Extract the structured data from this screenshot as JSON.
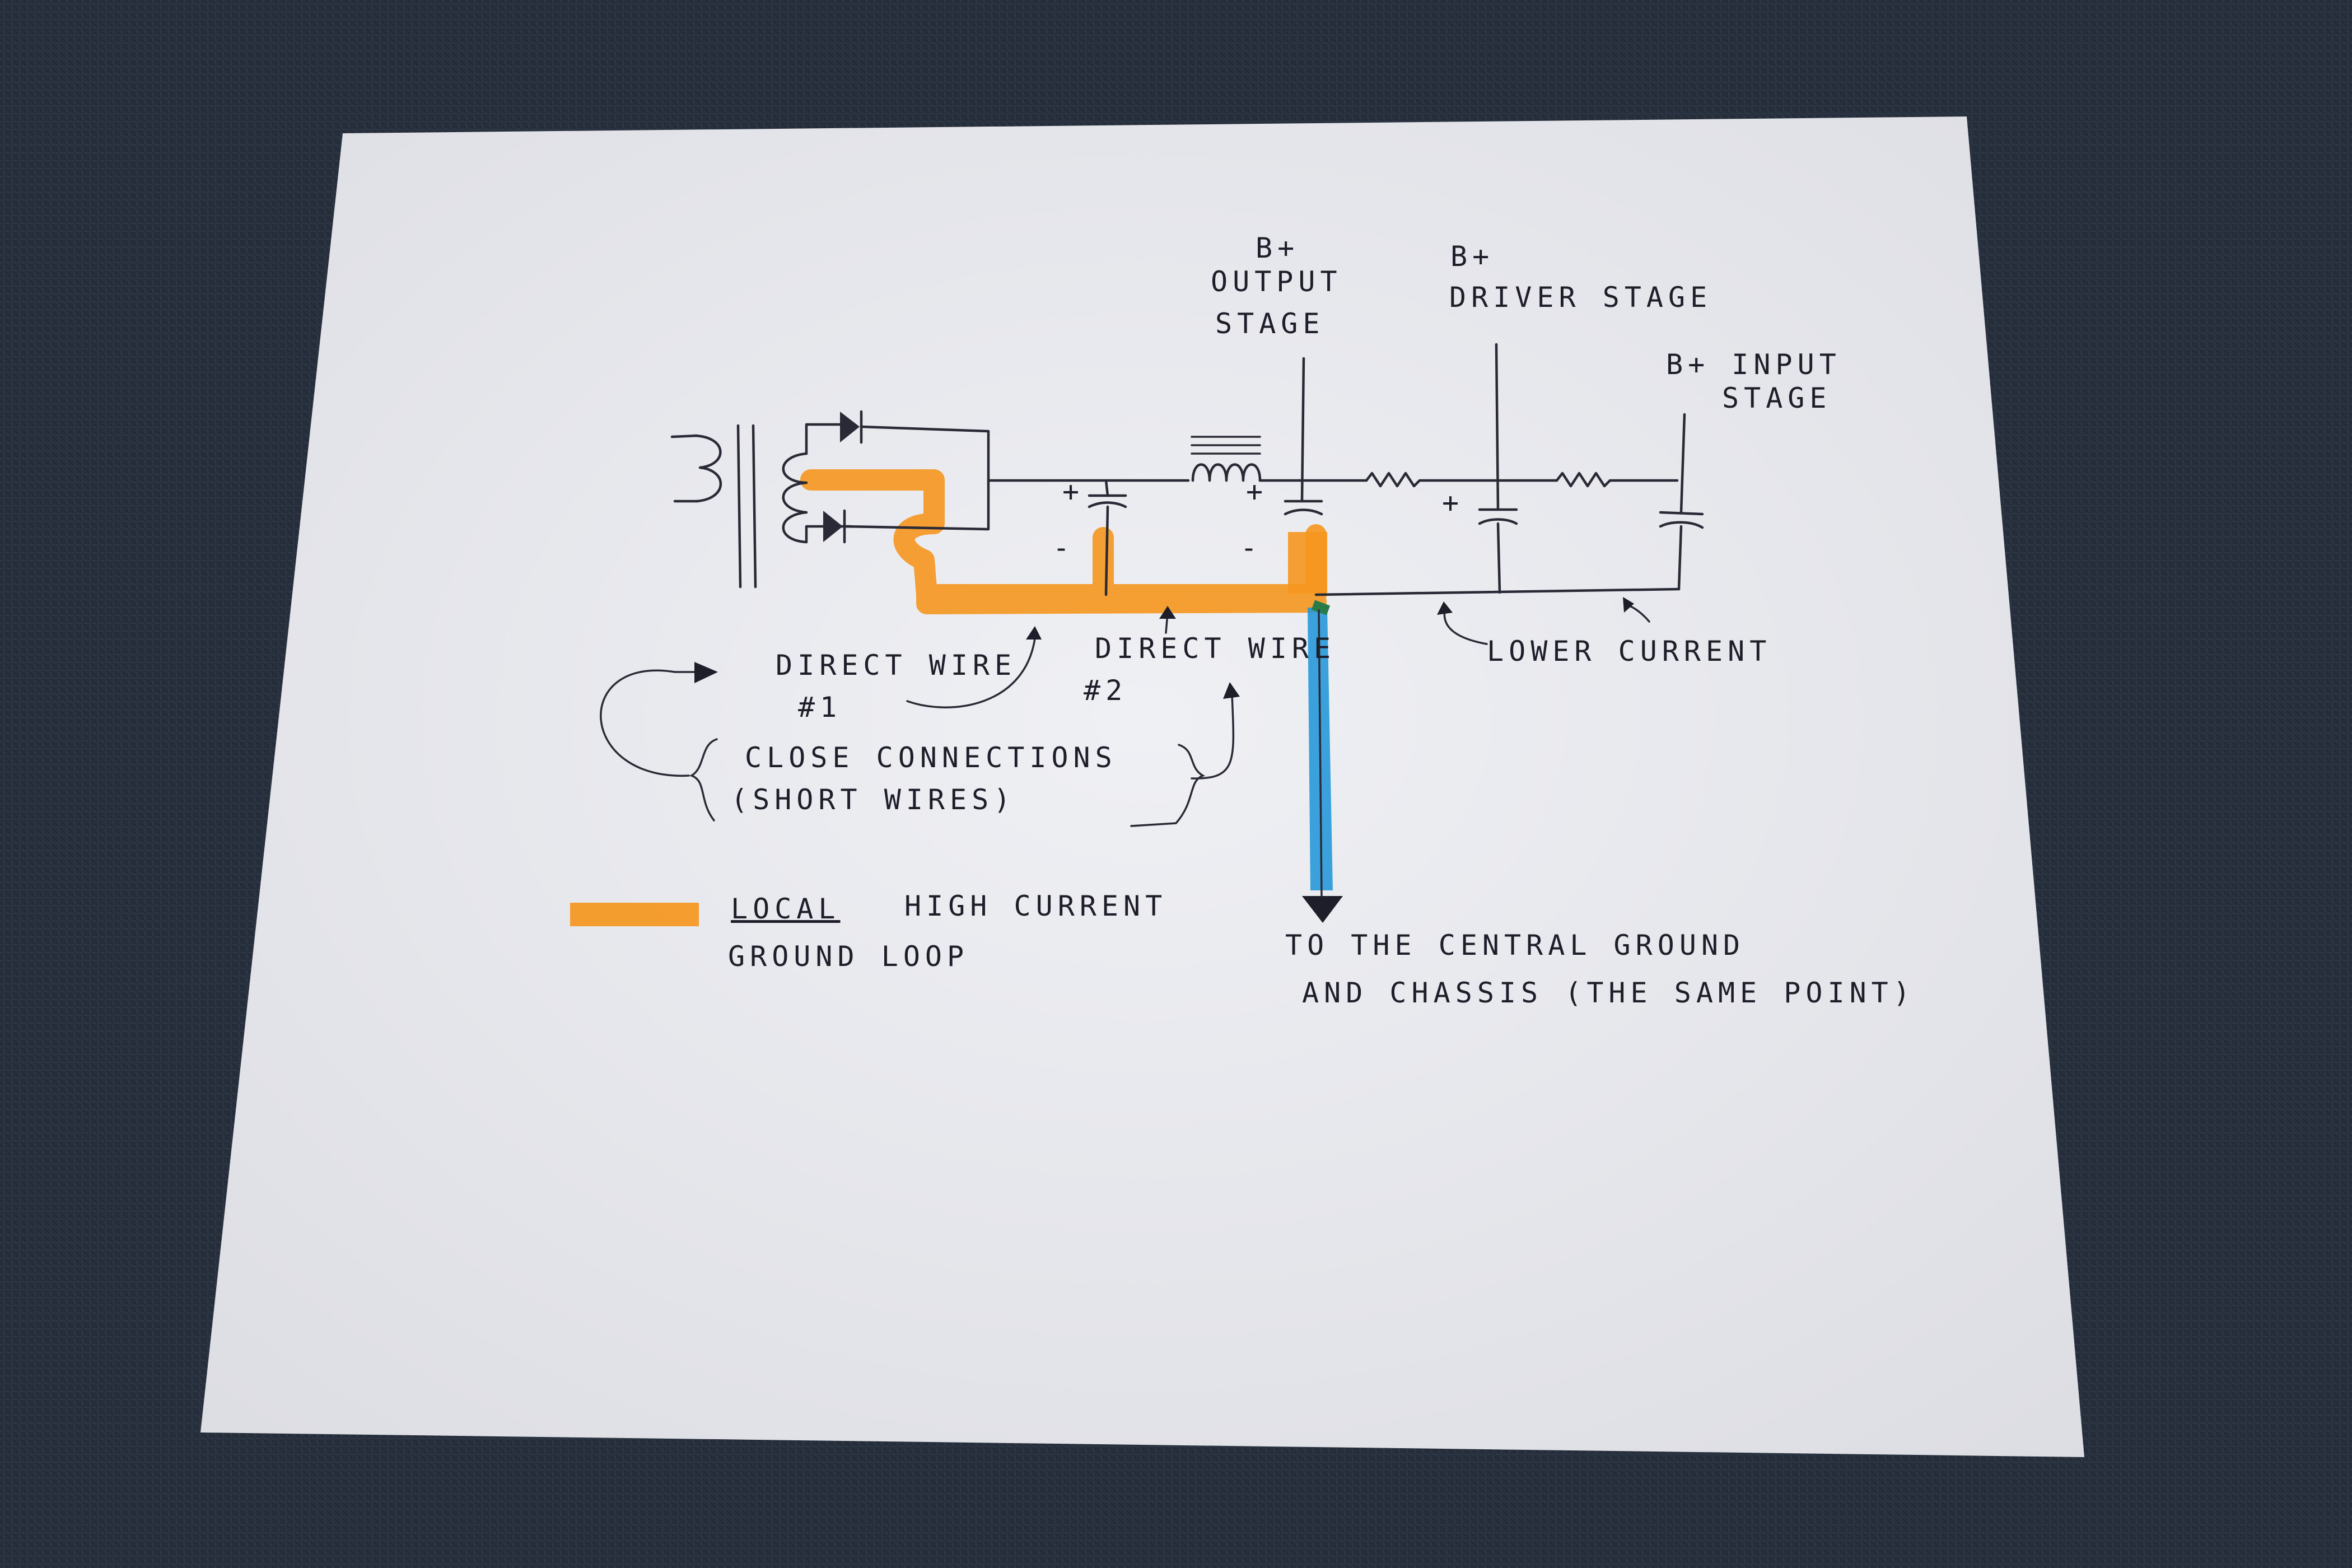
{
  "diagram": {
    "labels": {
      "bplus_output": "B+",
      "output_line1": "OUTPUT",
      "output_line2": "STAGE",
      "bplus_driver": "B+",
      "driver_stage": "DRIVER STAGE",
      "input_line1": "B+ INPUT",
      "input_line2": "STAGE",
      "direct_wire1_line1": "DIRECT WIRE",
      "direct_wire1_line2": "#1",
      "direct_wire2_line1": "DIRECT WIRE",
      "direct_wire2_line2": "#2",
      "lower_current": "LOWER CURRENT",
      "close_connections": "CLOSE CONNECTIONS",
      "short_wires": "(SHORT WIRES)",
      "legend_local": "LOCAL",
      "legend_line1_rest": "HIGH CURRENT",
      "legend_line2": "GROUND LOOP",
      "central_ground_line1": "TO THE CENTRAL GROUND",
      "central_ground_line2": "AND CHASSIS (THE SAME POINT)",
      "plus": "+",
      "minus": "-"
    },
    "colors": {
      "paper": "#e8e9ee",
      "ink": "#2a2a36",
      "orange_highlight": "#f5961e",
      "blue_highlight": "#2196d8",
      "background_cloth": "#2b3340"
    }
  }
}
